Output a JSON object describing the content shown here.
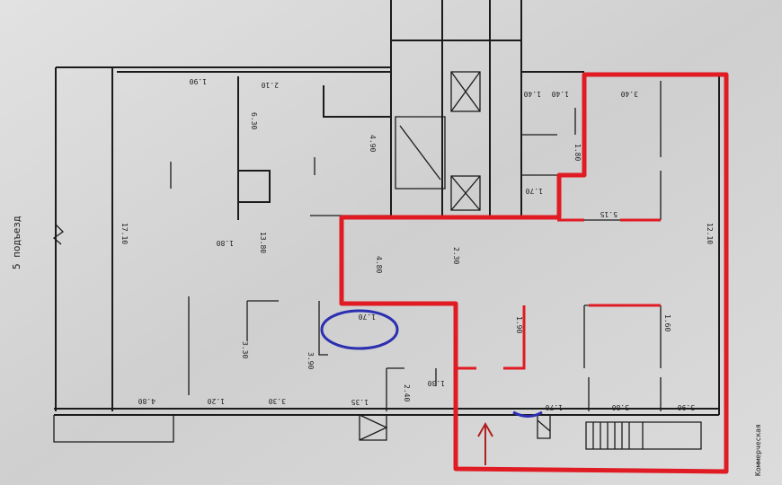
{
  "plan": {
    "entrance_label": "5 подъезд",
    "side_label": "Коммерческая",
    "dimensions": [
      "17.10",
      "12.10",
      "13.80",
      "4.90",
      "4.80",
      "1.90",
      "2.10",
      "6.30",
      "3.30",
      "3.90",
      "1.70",
      "4.80",
      "1.20",
      "3.30",
      "1.35",
      "2.40",
      "1.30",
      "1.70",
      "3.80",
      "3.90",
      "5.15",
      "1.40",
      "1.40",
      "2.30",
      "3.40",
      "1.90",
      "1.60",
      "1.80",
      "1.70",
      "1.80"
    ],
    "highlight_color": "#e01b24",
    "marker_color": "#2b2fb0",
    "wall_color": "#1b1b1b",
    "background_color": "#d6d6d6"
  }
}
